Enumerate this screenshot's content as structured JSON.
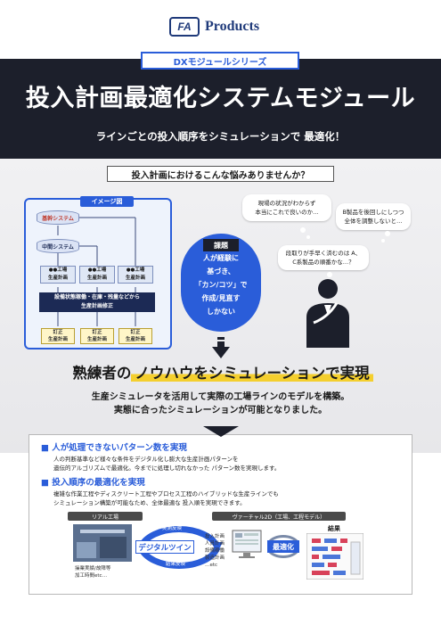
{
  "header": {
    "logo_mark": "FA",
    "logo_text": "Products"
  },
  "hero": {
    "series": "DXモジュールシリーズ",
    "title": "投入計画最適化システムモジュール",
    "subtitle": "ラインごとの投入順序をシミュレーションで 最適化！"
  },
  "worries": {
    "heading": "投入計画におけるこんな悩みありませんか？",
    "bubbles": [
      "現場の状況がわからず\n本当にこれで良いのか…",
      "B製品を後回しにしつつ\n全体を調整しないと…",
      "段取りが手早く済むのは A、\nC系製品の順番かな…？"
    ]
  },
  "image_diagram": {
    "tag": "イメージ図",
    "core_system": "基幹システム",
    "mid_system": "中間システム",
    "plans": [
      "●●工場\n生産計画",
      "●●工場\n生産計画",
      "●●工場\n生産計画"
    ],
    "fix": "設備状態稼働・在庫・残量などから\n生産計画修正",
    "revised": [
      "訂正\n生産計画",
      "訂正\n生産計画",
      "訂正\n生産計画"
    ]
  },
  "issue": {
    "tag": "課題",
    "lines": [
      "人が経験に",
      "基づき、",
      "「カン/コツ」で",
      "作成/見直す",
      "しかない"
    ]
  },
  "solution": {
    "title_prefix": "熟練者の",
    "title_highlight": "ノウハウをシミュレーションで実現",
    "desc1": "生産シミュレータを活用して実際の工場ラインのモデルを構築。",
    "desc2": "実態に合ったシミュレーションが可能となりました。"
  },
  "points": [
    {
      "head": "人が処理できないパターン数を実現",
      "body": [
        "人の判断基準など様々な条件をデジタル化し膨大な生産計画パターンを",
        "遺伝的アルゴリズムで最適化。今までに処理し切れなかった パターン数を実現します。"
      ]
    },
    {
      "head": "投入順序の最適化を実現",
      "body": [
        "複雑な作業工程やディスクリート工程やプロセス工程のハイブリッドな生産ラインでも",
        "シミュレーション構築が可能なため、全体最適な 投入順を実現できます。"
      ]
    }
  ],
  "twin": {
    "real_label": "リアル工場",
    "virtual_label": "ヴァーチャル2D（工場、工程モデル）",
    "digital_twin": "デジタルツイン",
    "top_arrow": "実測反映",
    "bottom_arrow": "結果反映",
    "real_items": "操業実績/故障等\n加工時間etc…",
    "virtual_items": [
      "投入計画",
      "人員計画",
      "設備稼働",
      "製造計画",
      "…etc"
    ],
    "optimize": "最適化",
    "result": "結果"
  }
}
